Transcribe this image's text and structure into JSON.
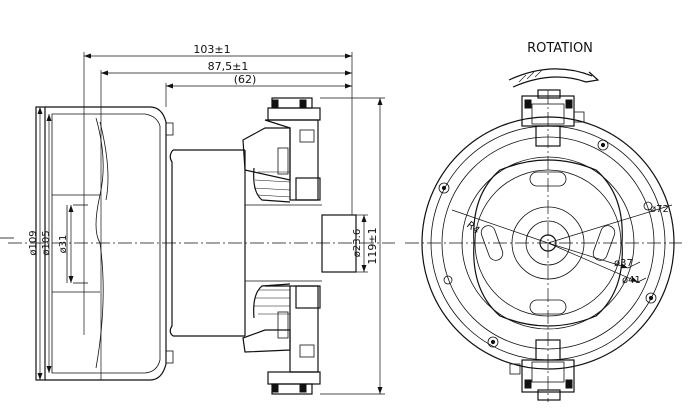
{
  "side_view": {
    "dims": {
      "overall_length": "103±1",
      "body_length": "87,5±1",
      "ref_length": "(62)",
      "height": "119±1",
      "dia_outer": "ø109",
      "dia_inner": "ø105",
      "dia_hub": "ø31",
      "dia_shaft": "ø23.6"
    }
  },
  "front_view": {
    "title": "ROTATION",
    "dims": {
      "r4": "R4",
      "dia_72": "ø72",
      "dia_37": "ø37",
      "dia_41": "ø41"
    }
  }
}
